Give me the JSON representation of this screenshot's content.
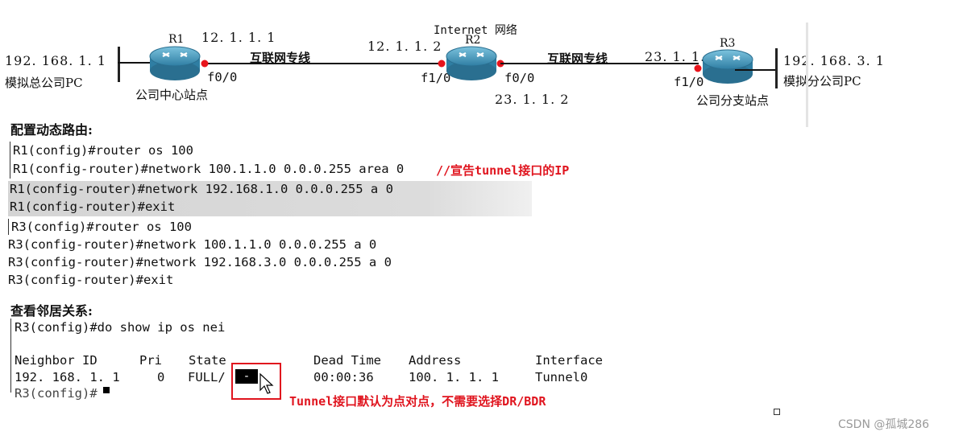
{
  "topology": {
    "internet_label": "Internet 网络",
    "routers": {
      "r1": {
        "name": "R1",
        "site": "公司中心站点"
      },
      "r2": {
        "name": "R2"
      },
      "r3": {
        "name": "R3",
        "site": "公司分支站点"
      }
    },
    "hq_pc": {
      "ip": "192. 168. 1. 1",
      "label": "模拟总公司PC"
    },
    "branch_pc": {
      "ip": "192. 168. 3. 1",
      "label": "模拟分公司PC"
    },
    "link1": {
      "label": "互联网专线",
      "r1_ip": "12. 1. 1. 1",
      "r2_ip": "12. 1. 1. 2",
      "r1_if": "f0/0",
      "r2_if": "f1/0"
    },
    "link2": {
      "label": "互联网专线",
      "r2_ip": "23. 1. 1. 2",
      "r3_ip": "23. 1. 1. 3",
      "r2_if": "f0/0",
      "r3_if": "f1/0"
    },
    "colors": {
      "link_dot": "#e8141c",
      "router_body": "#3f92b6",
      "annotation": "#e0141e"
    }
  },
  "config_section": {
    "heading": "配置动态路由:",
    "r1_lines": [
      "R1(config)#router os 100",
      "R1(config-router)#network 100.1.1.0 0.0.0.255 area 0",
      "R1(config-router)#network 192.168.1.0 0.0.0.255 a 0",
      "R1(config-router)#exit"
    ],
    "r1_comment": "//宣告tunnel接口的IP",
    "r3_lines": [
      "R3(config)#router os 100",
      "R3(config-router)#network 100.1.1.0 0.0.0.255 a 0",
      "R3(config-router)#network 192.168.3.0 0.0.0.255 a 0",
      "R3(config-router)#exit"
    ]
  },
  "neighbor_section": {
    "heading": "查看邻居关系:",
    "command": "R3(config)#do show ip os nei",
    "headers": {
      "id": "Neighbor ID",
      "pri": "Pri",
      "state": "State",
      "dead": "Dead Time",
      "address": "Address",
      "iface": "Interface"
    },
    "row": {
      "id": "192. 168. 1. 1",
      "pri": "0",
      "state": "FULL/",
      "dash": "-",
      "dead": "00:00:36",
      "address": "100. 1. 1. 1",
      "iface": "Tunnel0"
    },
    "prompt_partial": "R3(config)#",
    "note": "Tunnel接口默认为点对点，不需要选择DR/BDR"
  },
  "watermark": "CSDN @孤城286"
}
